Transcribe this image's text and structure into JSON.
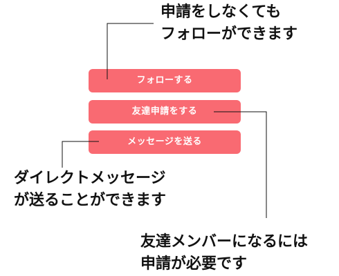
{
  "colors": {
    "button_bg": "#f96a72",
    "button_text": "#ffffff",
    "annotation_text": "#111111",
    "leader_line": "#111111"
  },
  "buttons": {
    "follow_label": "フォローする",
    "friend_request_label": "友達申請をする",
    "message_label": "メッセージを送る"
  },
  "annotations": {
    "follow": {
      "line1": "申請をしなくても",
      "line2": "フォローができます"
    },
    "message": {
      "line1": "ダイレクトメッセージ",
      "line2": "が送ることができます"
    },
    "friend": {
      "line1": "友達メンバーになるには",
      "line2": "申請が必要です"
    }
  }
}
